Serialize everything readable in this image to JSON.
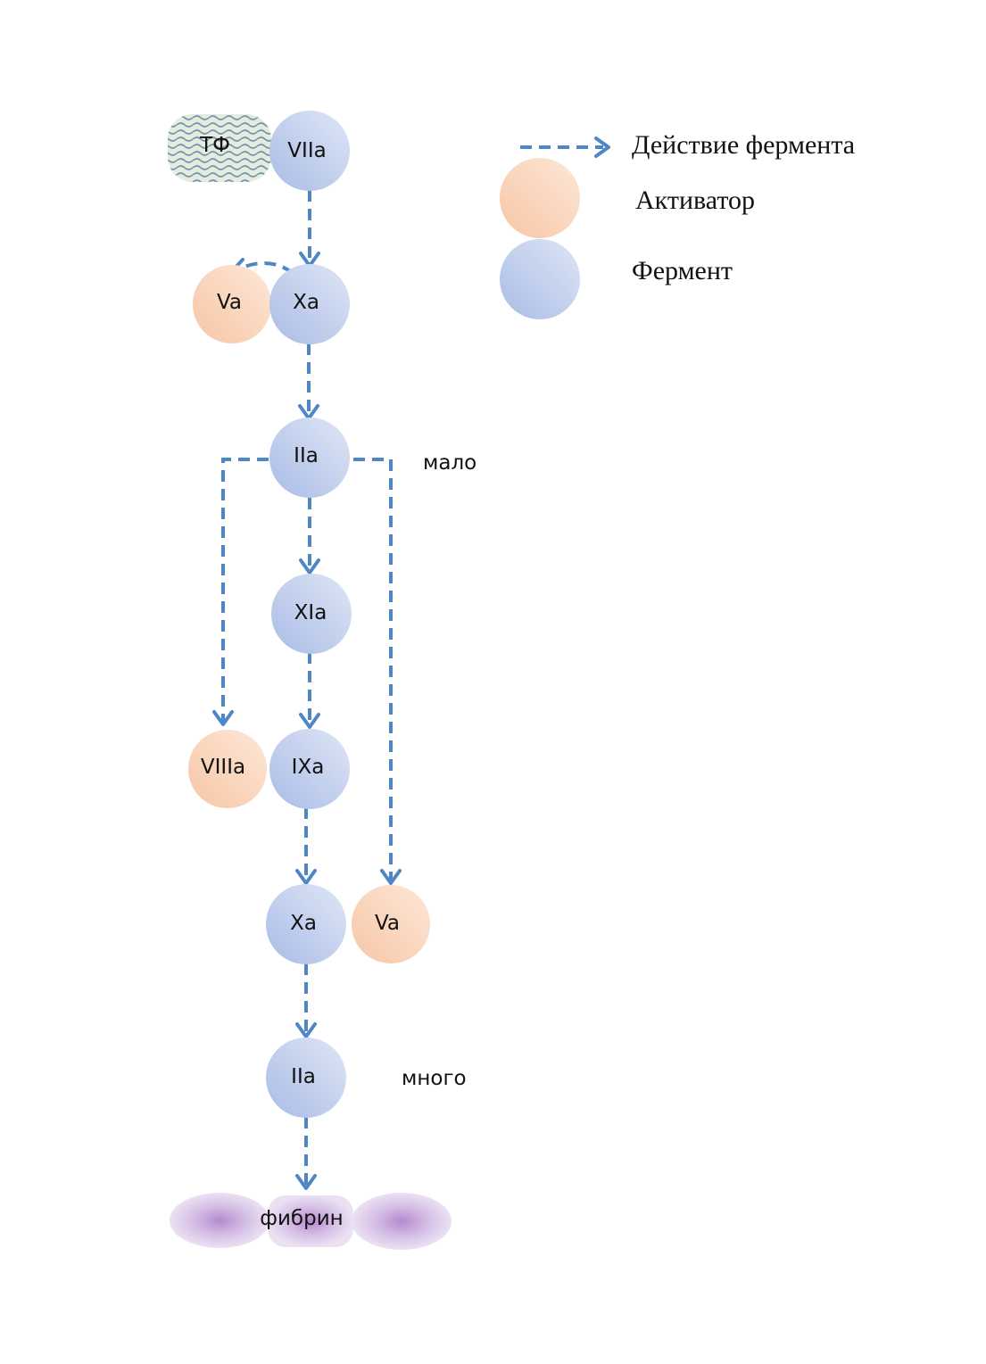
{
  "colors": {
    "arrow": "#4f86c6",
    "enzyme": "#bccbe9",
    "activator": "#f9d2b7",
    "fibrin": "#cfb5df",
    "tissue_factor": "#dfe6d6"
  },
  "nodes": {
    "tf": "ТФ",
    "viia": "VIIa",
    "va_top": "Va",
    "xa_top": "Xa",
    "iia_top": "IIa",
    "xia": "XIa",
    "viiia": "VIIIa",
    "ixa": "IXa",
    "xa_bottom": "Xa",
    "va_bottom": "Va",
    "iia_bottom": "IIa",
    "fibrin": "фибрин"
  },
  "notes": {
    "little": "мало",
    "much": "много"
  },
  "legend": {
    "action": "Действие фермента",
    "activator": "Активатор",
    "enzyme": "Фермент"
  }
}
